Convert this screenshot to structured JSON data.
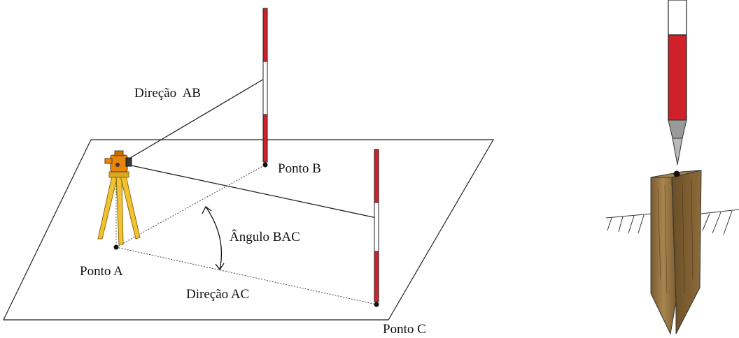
{
  "labels": {
    "direction_ab": "Direção  AB",
    "point_b": "Ponto B",
    "angle_bac": "Ângulo BAC",
    "point_a": "Ponto A",
    "direction_ac": "Direção AC",
    "point_c": "Ponto C"
  },
  "colors": {
    "pole_red": "#d0202a",
    "pole_white": "#ffffff",
    "tripod_yellow": "#f2c230",
    "instrument_orange": "#e8860c",
    "stake_wood": "#8a6a3a",
    "plumb_gray": "#9a9a9a",
    "line": "#222222"
  },
  "icons": {
    "instrument": "theodolite-on-tripod-icon",
    "stake": "wooden-stake-icon"
  }
}
